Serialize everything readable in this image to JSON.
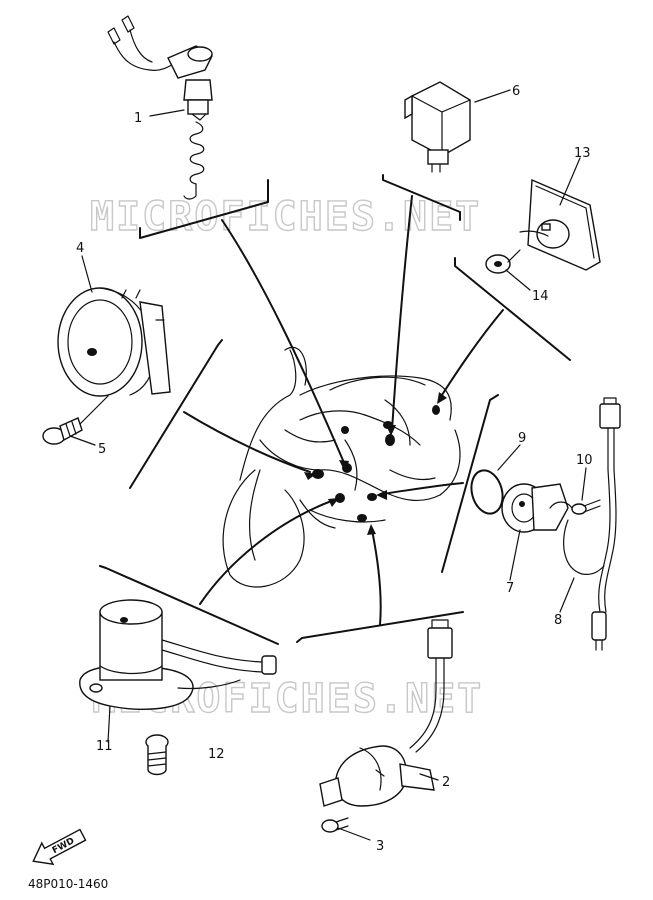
{
  "diagram": {
    "code": "48P010-1460",
    "watermark": "MICROFICHES.NET",
    "direction_label": "FWD",
    "callouts": [
      {
        "id": "1",
        "label": "1"
      },
      {
        "id": "2",
        "label": "2"
      },
      {
        "id": "3",
        "label": "3"
      },
      {
        "id": "4",
        "label": "4"
      },
      {
        "id": "5",
        "label": "5"
      },
      {
        "id": "6",
        "label": "6"
      },
      {
        "id": "7",
        "label": "7"
      },
      {
        "id": "8",
        "label": "8"
      },
      {
        "id": "9",
        "label": "9"
      },
      {
        "id": "10",
        "label": "10"
      },
      {
        "id": "11",
        "label": "11"
      },
      {
        "id": "12",
        "label": "12"
      },
      {
        "id": "13",
        "label": "13"
      },
      {
        "id": "14",
        "label": "14"
      }
    ]
  }
}
